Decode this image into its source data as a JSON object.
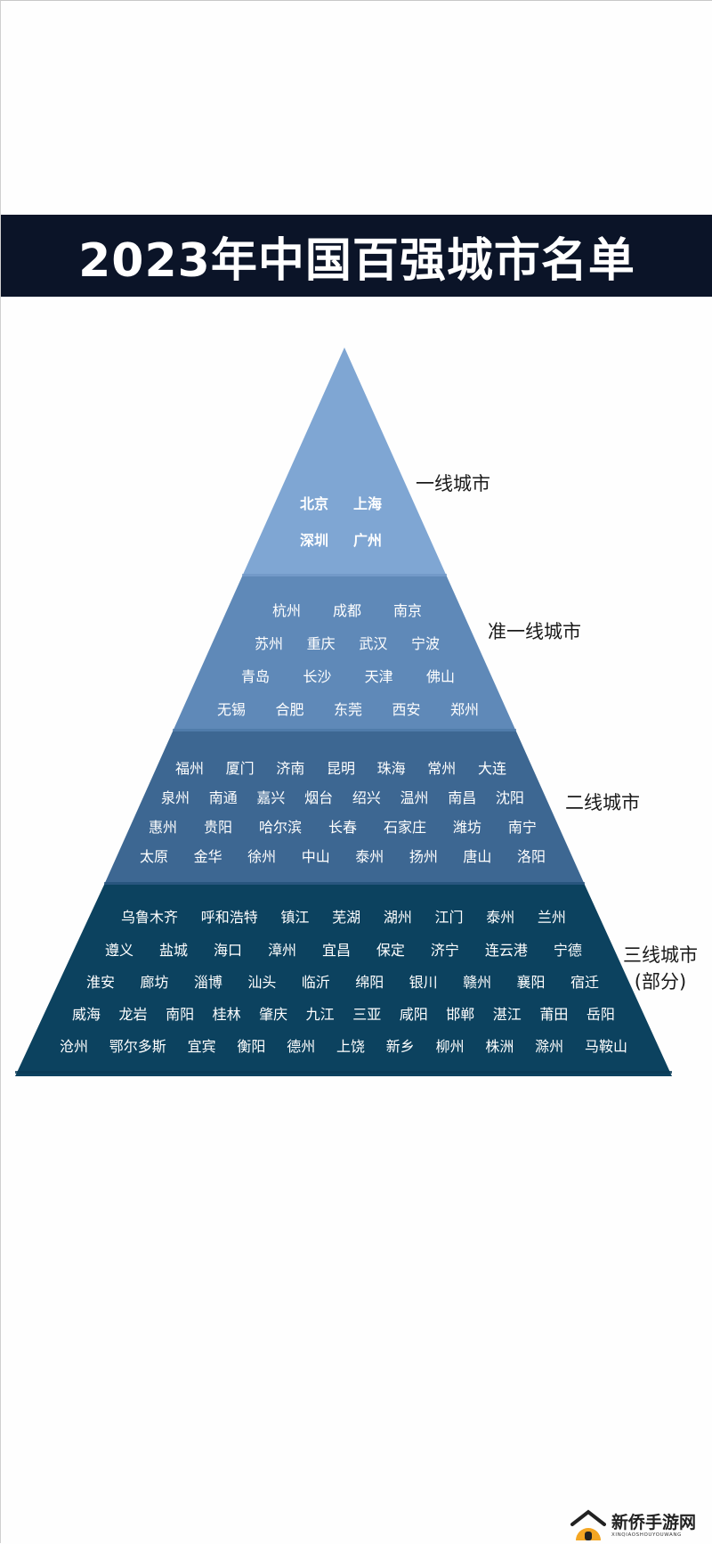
{
  "title": "2023年中国百强城市名单",
  "colors": {
    "title_bg": "#0b1428",
    "tier1": "#7fa6d3",
    "tier2": "#5f89b8",
    "tier3": "#3d6792",
    "tier4": "#0c425f",
    "label_text": "#1b1b1b"
  },
  "tiers": [
    {
      "label": "一线城市",
      "rows": [
        [
          "北京",
          "上海"
        ],
        [
          "深圳",
          "广州"
        ]
      ]
    },
    {
      "label": "准一线城市",
      "rows": [
        [
          "杭州",
          "成都",
          "南京"
        ],
        [
          "苏州",
          "重庆",
          "武汉",
          "宁波"
        ],
        [
          "青岛",
          "长沙",
          "天津",
          "佛山"
        ],
        [
          "无锡",
          "合肥",
          "东莞",
          "西安",
          "郑州"
        ]
      ]
    },
    {
      "label": "二线城市",
      "rows": [
        [
          "福州",
          "厦门",
          "济南",
          "昆明",
          "珠海",
          "常州",
          "大连"
        ],
        [
          "泉州",
          "南通",
          "嘉兴",
          "烟台",
          "绍兴",
          "温州",
          "南昌",
          "沈阳"
        ],
        [
          "惠州",
          "贵阳",
          "哈尔滨",
          "长春",
          "石家庄",
          "潍坊",
          "南宁"
        ],
        [
          "太原",
          "金华",
          "徐州",
          "中山",
          "泰州",
          "扬州",
          "唐山",
          "洛阳"
        ]
      ]
    },
    {
      "label": "三线城市",
      "label_sub": "(部分)",
      "rows": [
        [
          "乌鲁木齐",
          "呼和浩特",
          "镇江",
          "芜湖",
          "湖州",
          "江门",
          "泰州",
          "兰州"
        ],
        [
          "遵义",
          "盐城",
          "海口",
          "漳州",
          "宜昌",
          "保定",
          "济宁",
          "连云港",
          "宁德"
        ],
        [
          "淮安",
          "廊坊",
          "淄博",
          "汕头",
          "临沂",
          "绵阳",
          "银川",
          "赣州",
          "襄阳",
          "宿迁"
        ],
        [
          "威海",
          "龙岩",
          "南阳",
          "桂林",
          "肇庆",
          "九江",
          "三亚",
          "咸阳",
          "邯郸",
          "湛江",
          "莆田",
          "岳阳"
        ],
        [
          "沧州",
          "鄂尔多斯",
          "宜宾",
          "衡阳",
          "德州",
          "上饶",
          "新乡",
          "柳州",
          "株洲",
          "滁州",
          "马鞍山"
        ]
      ]
    }
  ],
  "watermark": {
    "name": "新侨手游网",
    "pinyin": "XINQIAOSHOUYOUWANG",
    "icon": "house-icon"
  }
}
